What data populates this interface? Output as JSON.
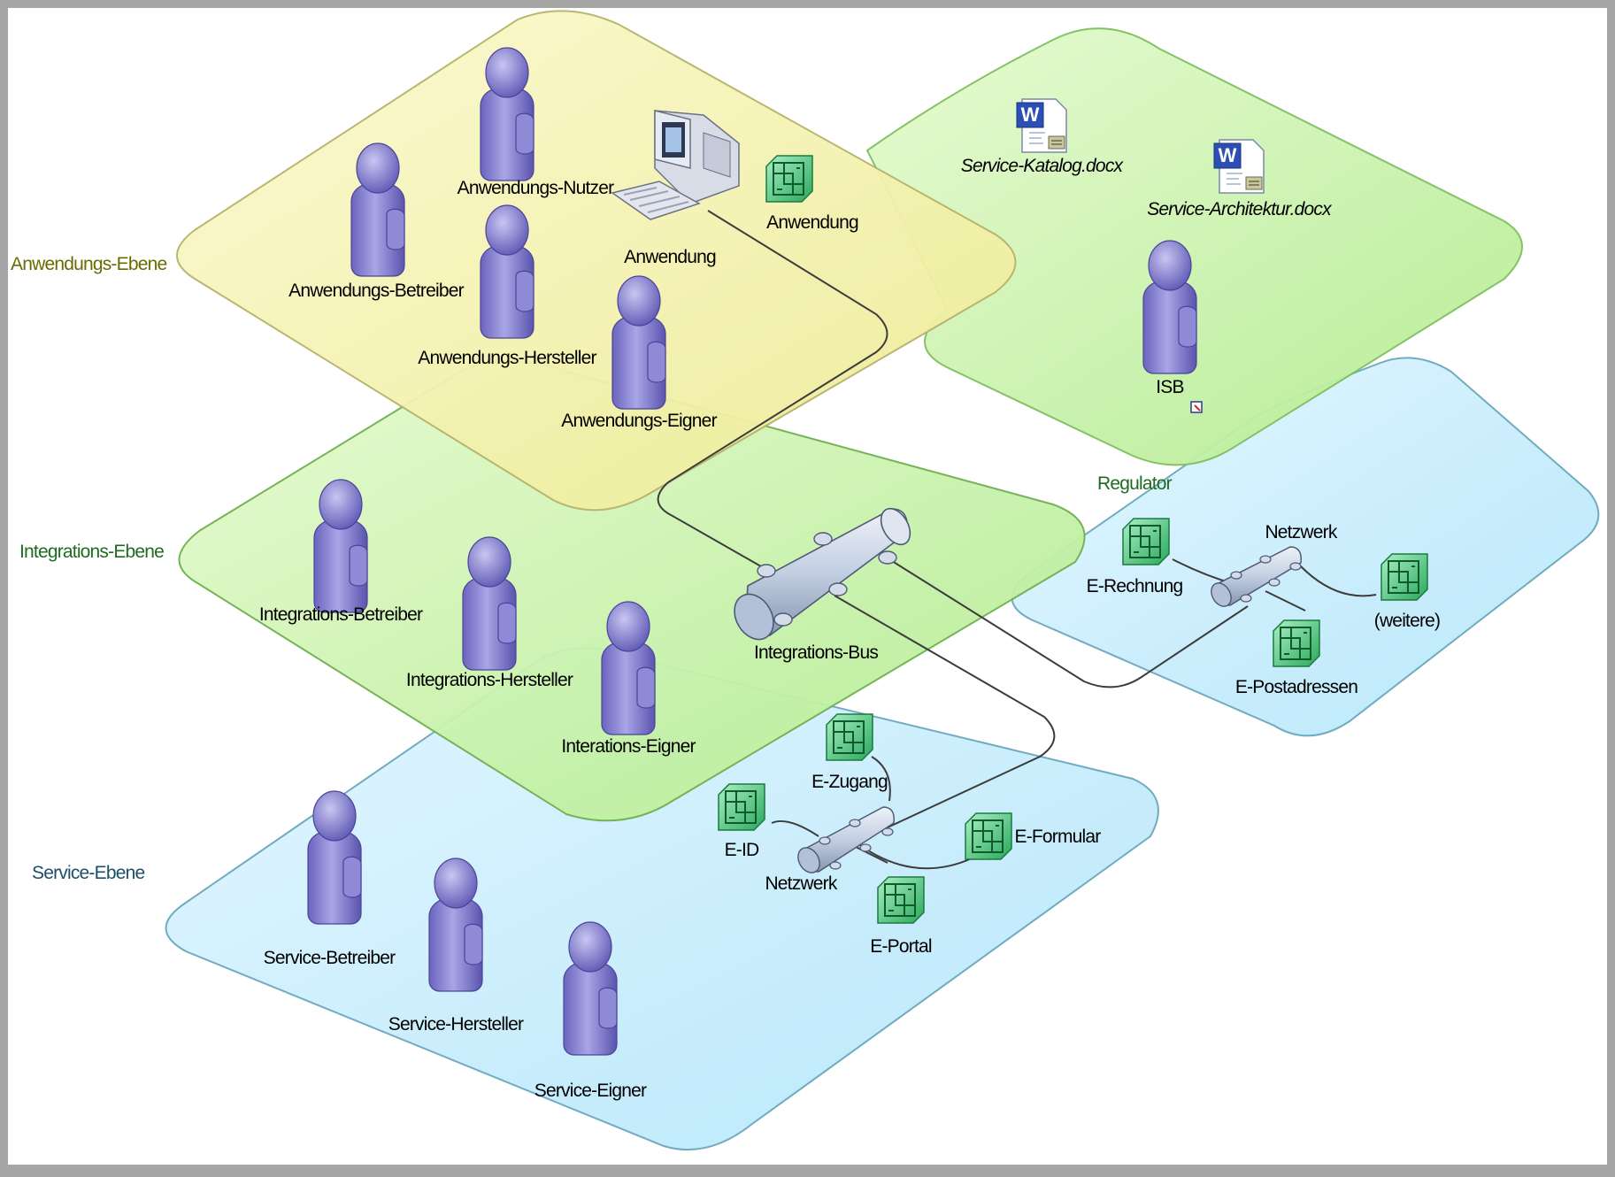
{
  "colors": {
    "background": "#ffffff",
    "frame": "#a6a6a6",
    "layer_application": "#f8f7b4",
    "layer_integration": "#c8f2a6",
    "layer_service": "#c2ecfb",
    "layer_regulator": "#c2ecfb",
    "person": "#7a74c8",
    "component": "#3fc170",
    "bus": "#b9c7dc",
    "label_application": "#6b6b00",
    "label_integration": "#1f6b1f",
    "label_service": "#1d4f6b",
    "label_regulator": "#1f6b1f"
  },
  "layers": {
    "application": {
      "label": "Anwendungs-Ebene"
    },
    "integration": {
      "label": "Integrations-Ebene"
    },
    "service": {
      "label": "Service-Ebene"
    },
    "regulator": {
      "label": "Regulator"
    }
  },
  "people": {
    "anwendungs_nutzer": "Anwendungs-Nutzer",
    "anwendungs_betreiber": "Anwendungs-Betreiber",
    "anwendungs_hersteller": "Anwendungs-Hersteller",
    "anwendungs_eigner": "Anwendungs-Eigner",
    "integrations_betreiber": "Integrations-Betreiber",
    "integrations_hersteller": "Integrations-Hersteller",
    "interations_eigner": "Interations-Eigner",
    "service_betreiber": "Service-Betreiber",
    "service_hersteller": "Service-Hersteller",
    "service_eigner": "Service-Eigner",
    "isb": "ISB"
  },
  "components": {
    "anwendung_computer": "Anwendung",
    "anwendung_module": "Anwendung",
    "integrations_bus": "Integrations-Bus",
    "netzwerk_regulator": "Netzwerk",
    "e_rechnung": "E-Rechnung",
    "weitere": "(weitere)",
    "e_postadressen": "E-Postadressen",
    "e_zugang": "E-Zugang",
    "e_id": "E-ID",
    "netzwerk_service": "Netzwerk",
    "e_formular": "E-Formular",
    "e_portal": "E-Portal"
  },
  "documents": {
    "service_katalog": "Service-Katalog.docx",
    "service_architektur": "Service-Architektur.docx"
  },
  "icons": {
    "person": "person-icon",
    "component": "component-icon",
    "computer": "computer-icon",
    "bus": "bus-icon",
    "document": "word-document-icon"
  }
}
